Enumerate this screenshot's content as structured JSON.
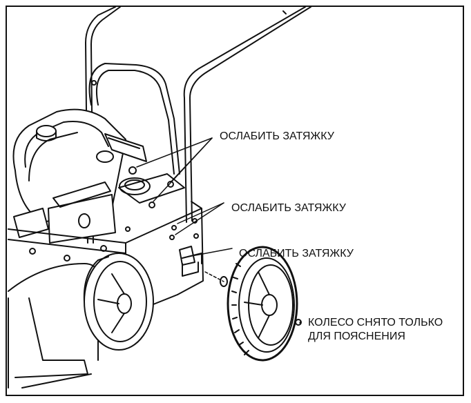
{
  "callouts": [
    {
      "text": "ОСЛАБИТЬ ЗАТЯЖКУ"
    },
    {
      "text": "ОСЛАБИТЬ ЗАТЯЖКУ"
    },
    {
      "text": "ОСЛАБИТЬ ЗАТЯЖКУ"
    }
  ],
  "wheel_note": {
    "line1": "КОЛЕСО СНЯТО ТОЛЬКО",
    "line2": "ДЛЯ ПОЯСНЕНИЯ"
  }
}
